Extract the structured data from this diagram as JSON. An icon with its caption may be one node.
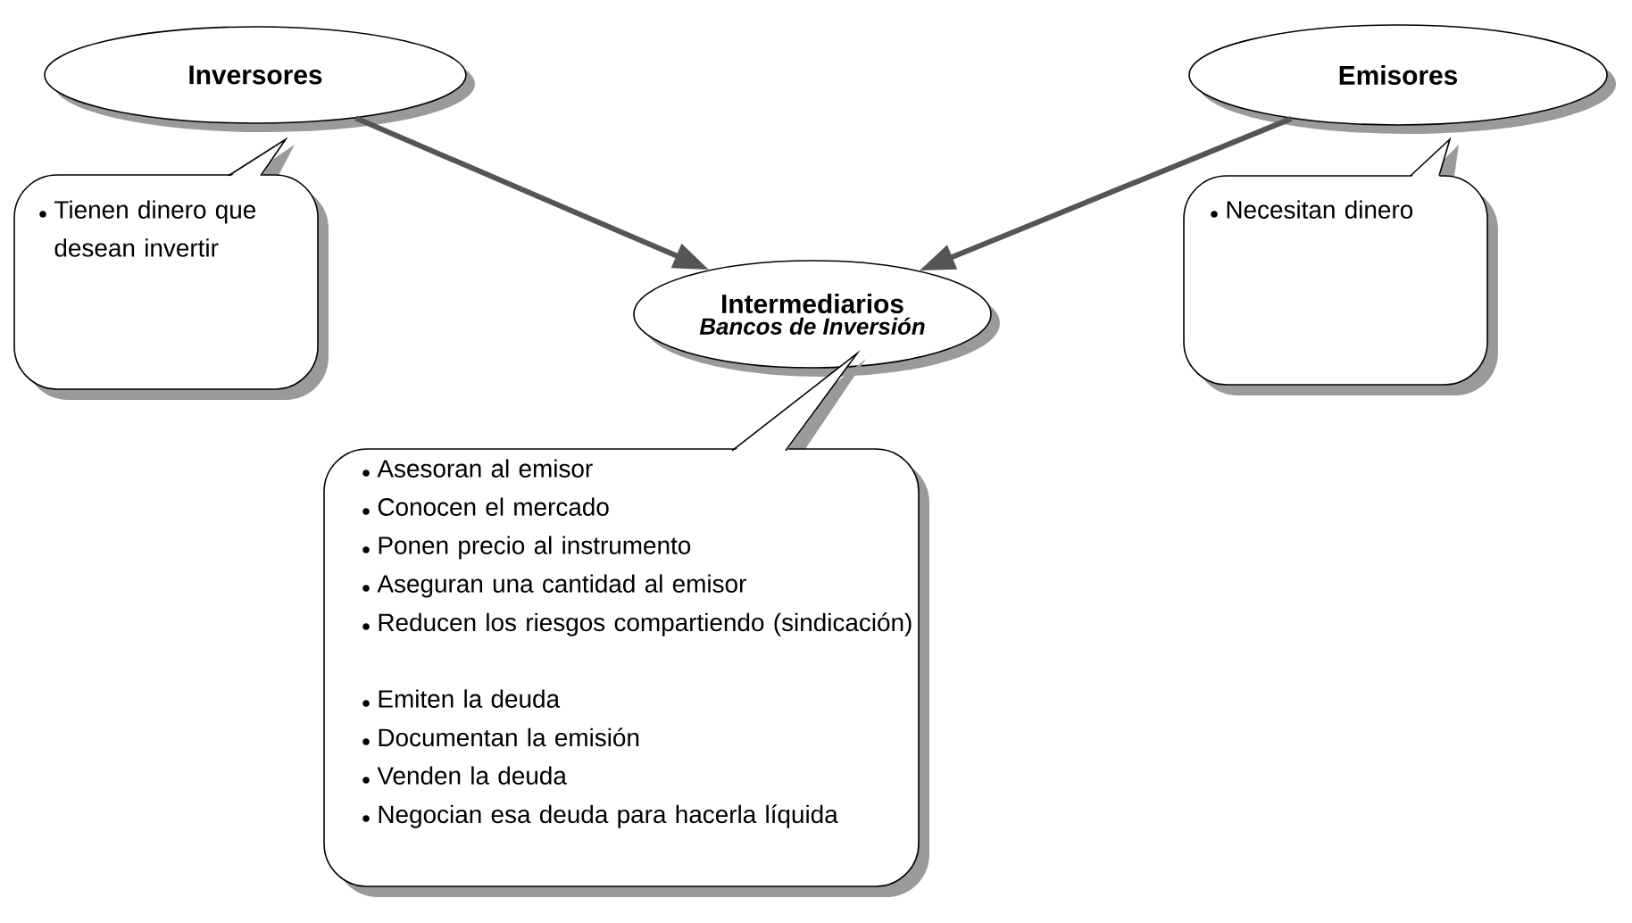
{
  "diagram": {
    "nodes": [
      {
        "text": [
          "Inversores"
        ]
      },
      {
        "text": [
          "Emisores"
        ]
      },
      {
        "text": [
          "Intermediarios",
          "Bancos de Inversión"
        ]
      },
      {
        "text": [
          "Tienen dinero que desean invertir"
        ]
      },
      {
        "text": [
          "Necesitan dinero"
        ]
      },
      {
        "text": [
          "Asesoran al emisor",
          "Conocen el mercado",
          "Ponen precio al instrumento",
          "Aseguran una cantidad al emisor",
          "Reducen los riesgos compartiendo (sindicación)",
          "Emiten la deuda",
          "Documentan la emisión",
          "Venden la deuda",
          "Negocian esa deuda para hacerla líquida"
        ]
      }
    ],
    "edges": [
      {
        "from": 0,
        "to": 2,
        "arrow": "to"
      },
      {
        "from": 1,
        "to": 2,
        "arrow": "to"
      }
    ]
  }
}
